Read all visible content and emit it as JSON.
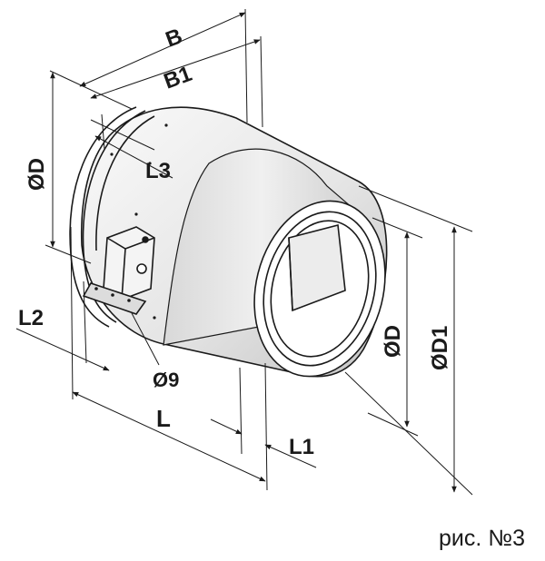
{
  "dimensions": {
    "B": "B",
    "B1": "B1",
    "L3": "L3",
    "D_left": "ØD",
    "L2": "L2",
    "hole": "Ø9",
    "L": "L",
    "L1": "L1",
    "D_right": "ØD",
    "D1": "ØD1"
  },
  "caption": "рис. №3",
  "colors": {
    "line": "#1a1a1a",
    "body_light": "#f2f2f2",
    "body_dark": "#c9c9c9"
  }
}
